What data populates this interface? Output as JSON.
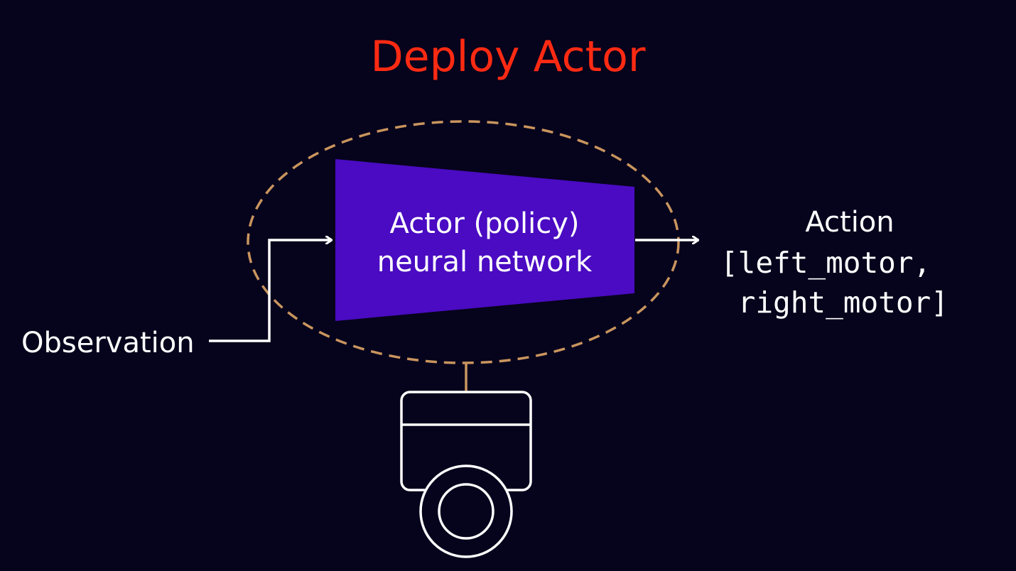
{
  "title": "Deploy Actor",
  "actor": {
    "line1": "Actor (policy)",
    "line2": "neural network"
  },
  "observation_label": "Observation",
  "action": {
    "label": "Action",
    "line1": "[left_motor,",
    "line2": " right_motor]"
  },
  "icons": {
    "robot": "robot-icon"
  },
  "colors": {
    "background": "#06031c",
    "title": "#ff2a12",
    "network_fill": "#4a0bc2",
    "deploy_outline": "#c9955e",
    "line": "#ffffff"
  }
}
